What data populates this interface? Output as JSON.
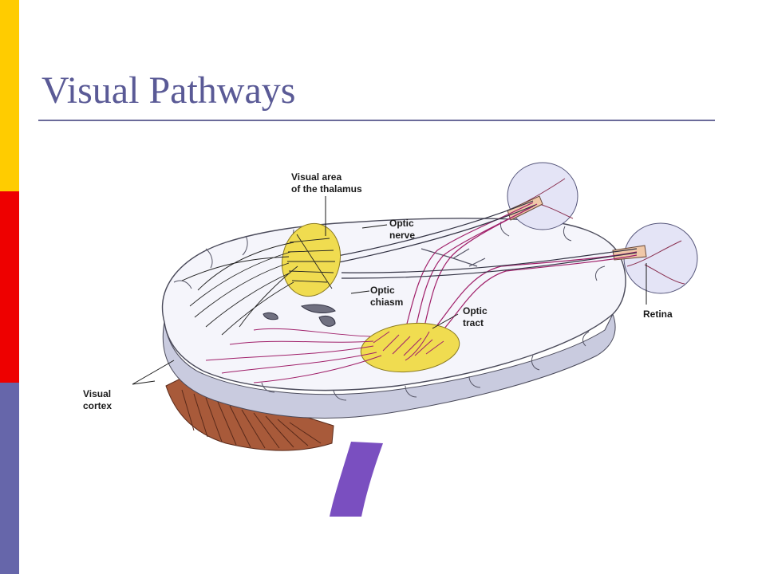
{
  "slide": {
    "title": "Visual Pathways"
  },
  "colors": {
    "accent_yellow": "#ffcc00",
    "accent_red": "#ee0000",
    "accent_blue": "#6666aa",
    "title_text": "#5a5a96",
    "rule": "#6b6b9a",
    "brain_fill": "#f5f5fb",
    "brain_shadow": "#c9cbdf",
    "thalamus_fill": "#f0dc50",
    "nerve_tract": "#a0206a",
    "brainstem": "#7a4fc0",
    "cerebellum": "#a85a3a",
    "eye_fill": "#e4e4f6"
  },
  "diagram": {
    "labels": {
      "thalamus_line1": "Visual area",
      "thalamus_line2": "of the thalamus",
      "nerve_line1": "Optic",
      "nerve_line2": "nerve",
      "chiasm_line1": "Optic",
      "chiasm_line2": "chiasm",
      "tract_line1": "Optic",
      "tract_line2": "tract",
      "retina": "Retina",
      "cortex_line1": "Visual",
      "cortex_line2": "cortex"
    }
  }
}
